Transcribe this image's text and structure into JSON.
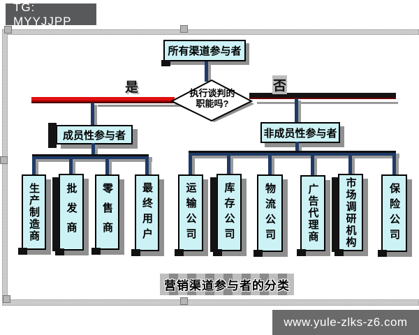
{
  "window": {
    "tag_label": "TG: MYYJJPP",
    "site_url": "www.yule-zlks-z6.com"
  },
  "diagram": {
    "root_label": "所有渠道参与者",
    "decision_line1": "执行谈判的",
    "decision_line2": "职能吗?",
    "branch_yes": "是",
    "branch_no": "否",
    "member_label": "成员性参与者",
    "nonmember_label": "非成员性参与者",
    "member_children": [
      "生产制造商",
      "批发商",
      "零售商",
      "最终用户"
    ],
    "nonmember_children": [
      "运输公司",
      "库存公司",
      "物流公司",
      "广告代理商",
      "市场调研机构",
      "保险公司"
    ],
    "caption": "营销渠道参与者的分类"
  },
  "colors": {
    "node_fill": "#ccf2f5",
    "node_border": "#000000",
    "connector_blue": "#1e3a67",
    "yes_line_red": "#d01010",
    "no_line_dark": "#141414",
    "shadow_gray": "#8f8f8f",
    "frame_gray": "#cbcbcb",
    "badge_gray": "#58595b",
    "url_bar_gray": "#6a6a6a"
  }
}
